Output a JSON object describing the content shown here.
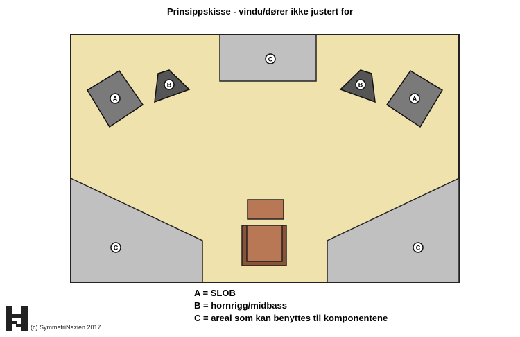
{
  "title": "Prinsippskisse - vindu/dører ikke justert for",
  "labels": {
    "a": "A",
    "b": "B",
    "c": "C"
  },
  "legend": [
    "A = SLOB",
    "B = hornrigg/midbass",
    "C = areal som kan benyttes til komponentene"
  ],
  "copyright": "(c) SymmetriNazien 2017",
  "colors": {
    "room": "#f0e2ac",
    "area_c": "#c0c0c0",
    "speaker_a": "#7a7a7a",
    "speaker_b": "#555555",
    "furniture": "#b87755",
    "chair_frame": "#8a5236"
  }
}
